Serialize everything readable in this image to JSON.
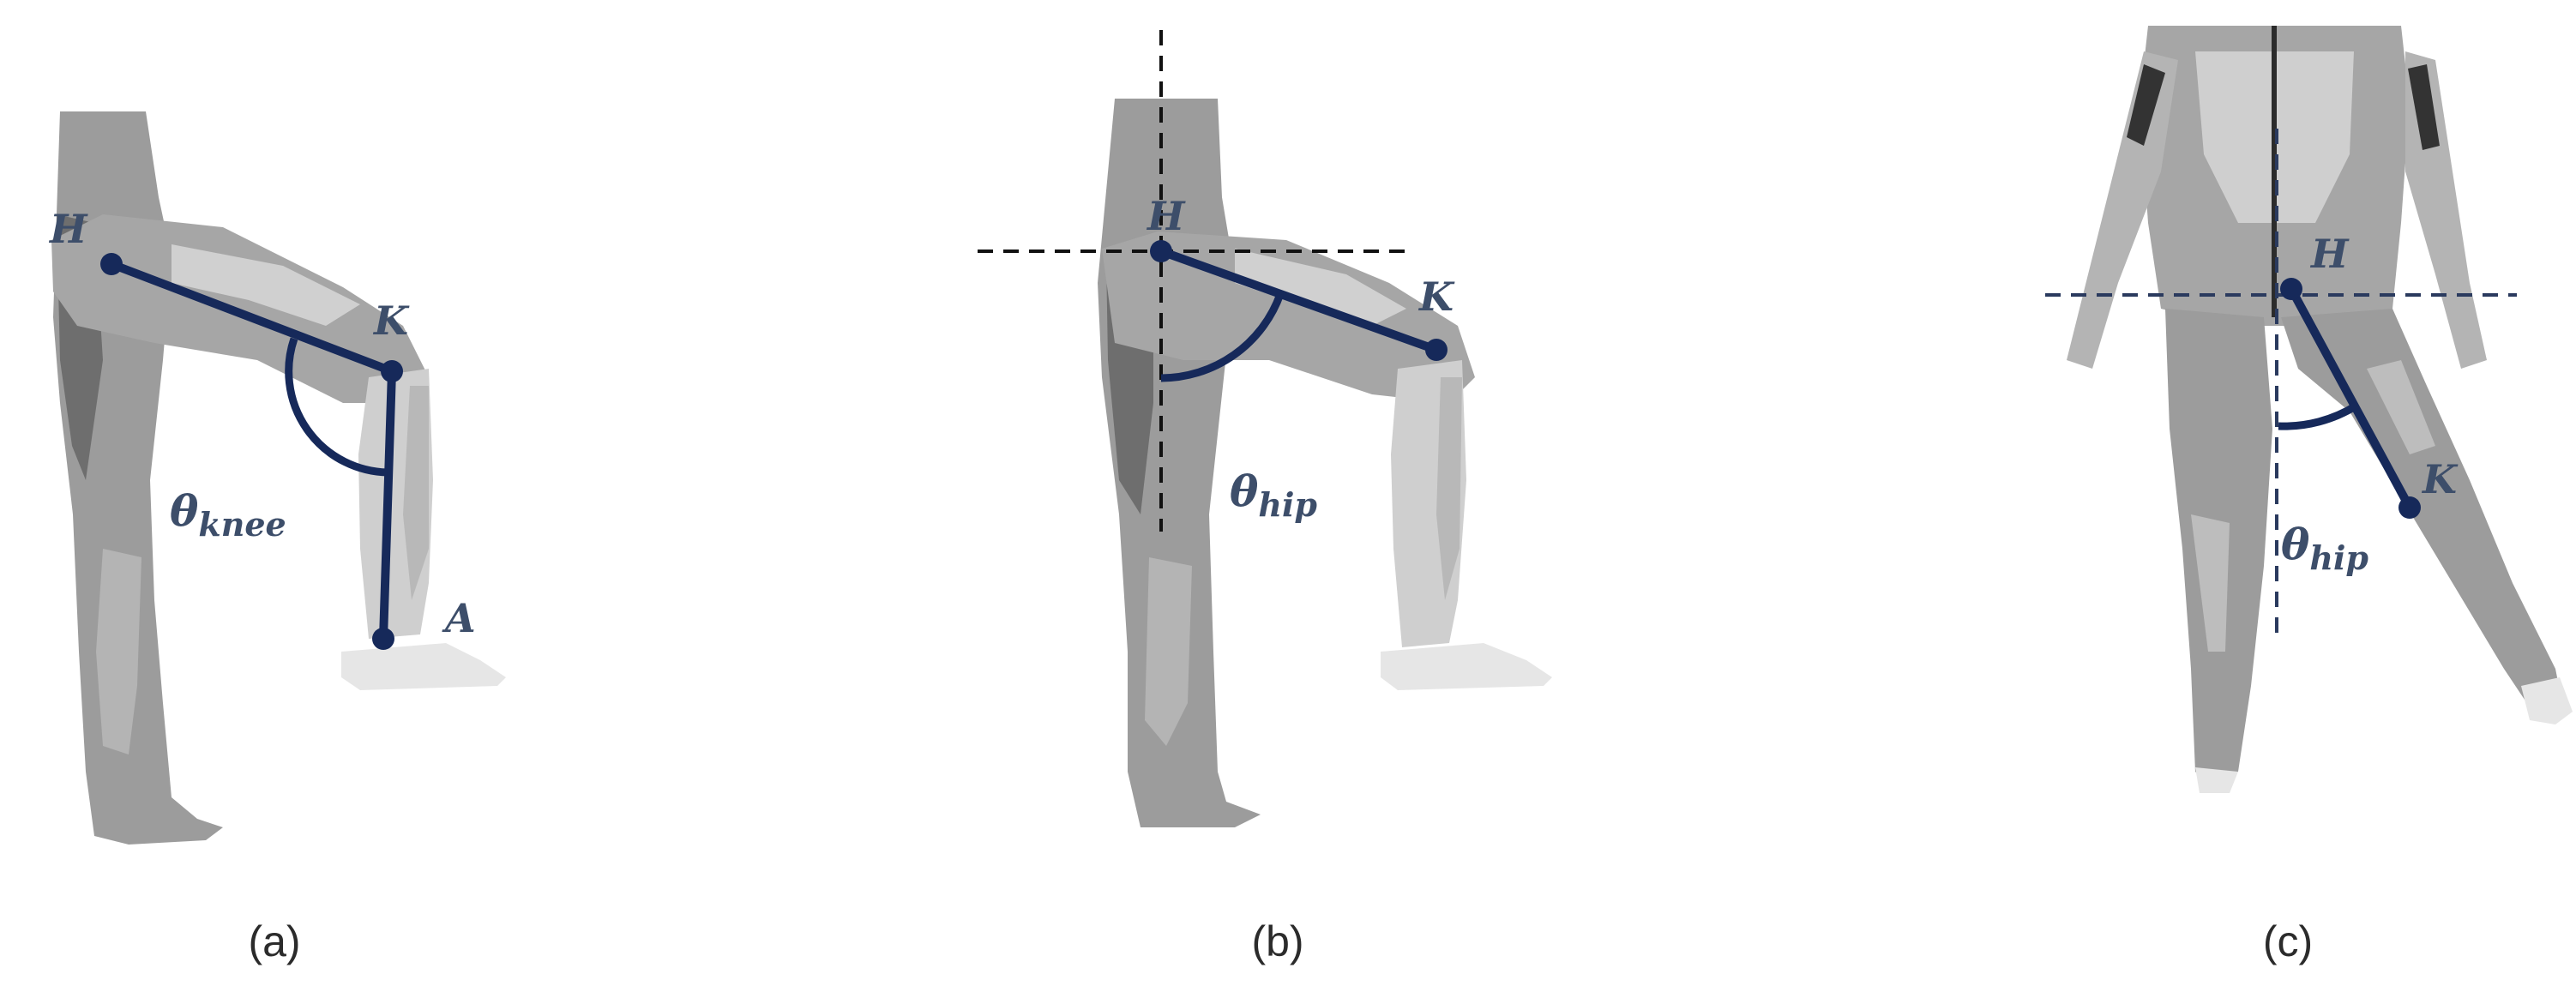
{
  "colors": {
    "segment": "#16295a",
    "label": "#3d4e6a",
    "body_mid": "#9c9c9c",
    "body_dark": "#6e6e6e",
    "body_light": "#cfcfcf",
    "guide_black": "#111111",
    "guide_navy": "#2a3a5e"
  },
  "panels": [
    {
      "caption": "(a)",
      "points": {
        "hip": "H",
        "knee": "K",
        "ankle": "A"
      },
      "angle": {
        "symbol": "θ",
        "subscript": "knee"
      }
    },
    {
      "caption": "(b)",
      "points": {
        "hip": "H",
        "knee": "K"
      },
      "angle": {
        "symbol": "θ",
        "subscript": "hip"
      }
    },
    {
      "caption": "(c)",
      "points": {
        "hip": "H",
        "knee": "K"
      },
      "angle": {
        "symbol": "θ",
        "subscript": "hip"
      }
    }
  ]
}
